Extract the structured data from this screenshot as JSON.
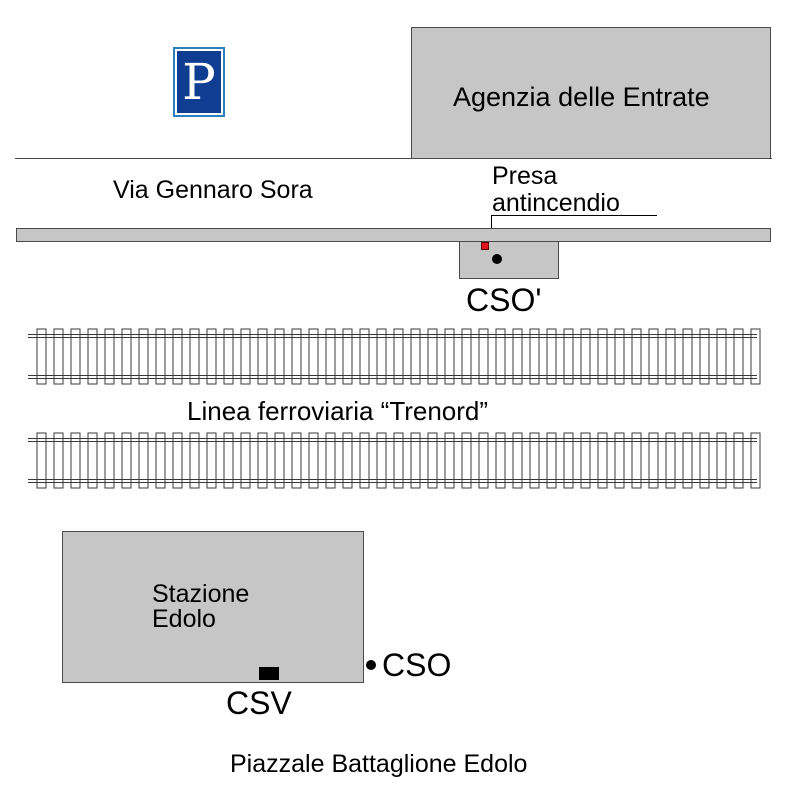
{
  "map": {
    "parking_symbol": "P",
    "agency_label": "Agenzia delle Entrate",
    "street_label": "Via Gennaro Sora",
    "hydrant_label_line1": "Presa",
    "hydrant_label_line2": "antincendio",
    "cso_prime_label": "CSO'",
    "railway_label": "Linea ferroviaria “Trenord”",
    "station_label_line1": "Stazione",
    "station_label_line2": "Edolo",
    "cso_label": "CSO",
    "csv_label": "CSV",
    "square_label": "Piazzale Battaglione Edolo"
  },
  "colors": {
    "building_fill": "#c6c6c6",
    "hydrant_red": "#e0141e",
    "parking_blue": "#0f3d91"
  },
  "icons": [
    "parking-icon",
    "hydrant-marker-icon",
    "cso-dot-icon",
    "csv-square-icon"
  ]
}
